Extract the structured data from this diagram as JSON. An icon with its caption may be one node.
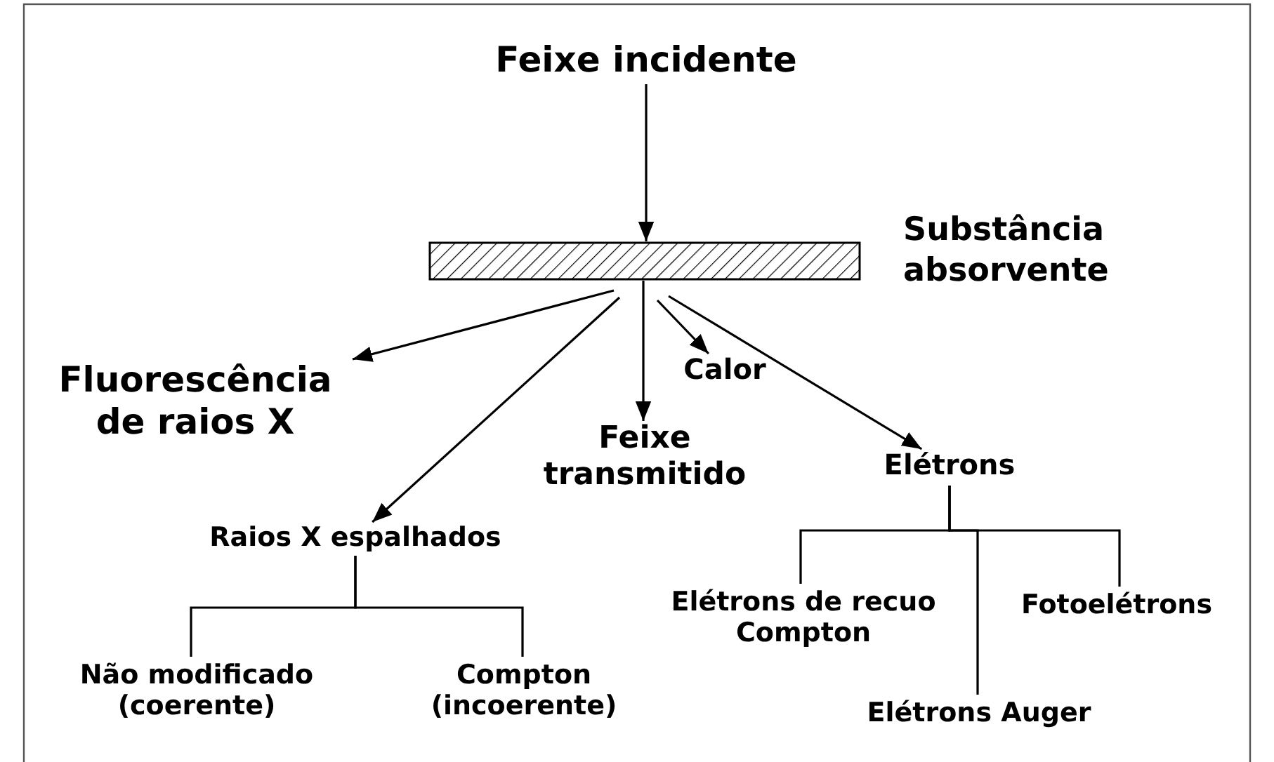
{
  "diagram": {
    "nodes": [
      {
        "text": [
          "Feixe incidente"
        ]
      },
      {
        "text": [],
        "shape": "bar",
        "beside": [
          "Substância absorvente"
        ]
      },
      {
        "text": [
          "Fluorescência de raios X"
        ]
      },
      {
        "text": [
          "Raios X espalhados"
        ]
      },
      {
        "text": [
          "Feixe transmitido"
        ]
      },
      {
        "text": [
          "Calor"
        ]
      },
      {
        "text": [
          "Elétrons"
        ]
      },
      {
        "text": [
          "Não modificado (coerente)"
        ]
      },
      {
        "text": [
          "Compton (incoerente)"
        ]
      },
      {
        "text": [
          "Elétrons de recuo Compton"
        ]
      },
      {
        "text": [
          "Fotoelétrons"
        ]
      },
      {
        "text": [
          "Elétrons Auger"
        ]
      }
    ],
    "edges": [
      {
        "from": 0,
        "to": 1,
        "arrow": "to"
      },
      {
        "from": 1,
        "to": 2,
        "arrow": "to"
      },
      {
        "from": 1,
        "to": 3,
        "arrow": "to"
      },
      {
        "from": 1,
        "to": 4,
        "arrow": "to"
      },
      {
        "from": 1,
        "to": 5,
        "arrow": "to"
      },
      {
        "from": 1,
        "to": 6,
        "arrow": "to"
      },
      {
        "from": 3,
        "to": 7,
        "arrow": "none"
      },
      {
        "from": 3,
        "to": 8,
        "arrow": "none"
      },
      {
        "from": 6,
        "to": 9,
        "arrow": "none"
      },
      {
        "from": 6,
        "to": 10,
        "arrow": "none"
      },
      {
        "from": 6,
        "to": 11,
        "arrow": "none"
      }
    ]
  }
}
